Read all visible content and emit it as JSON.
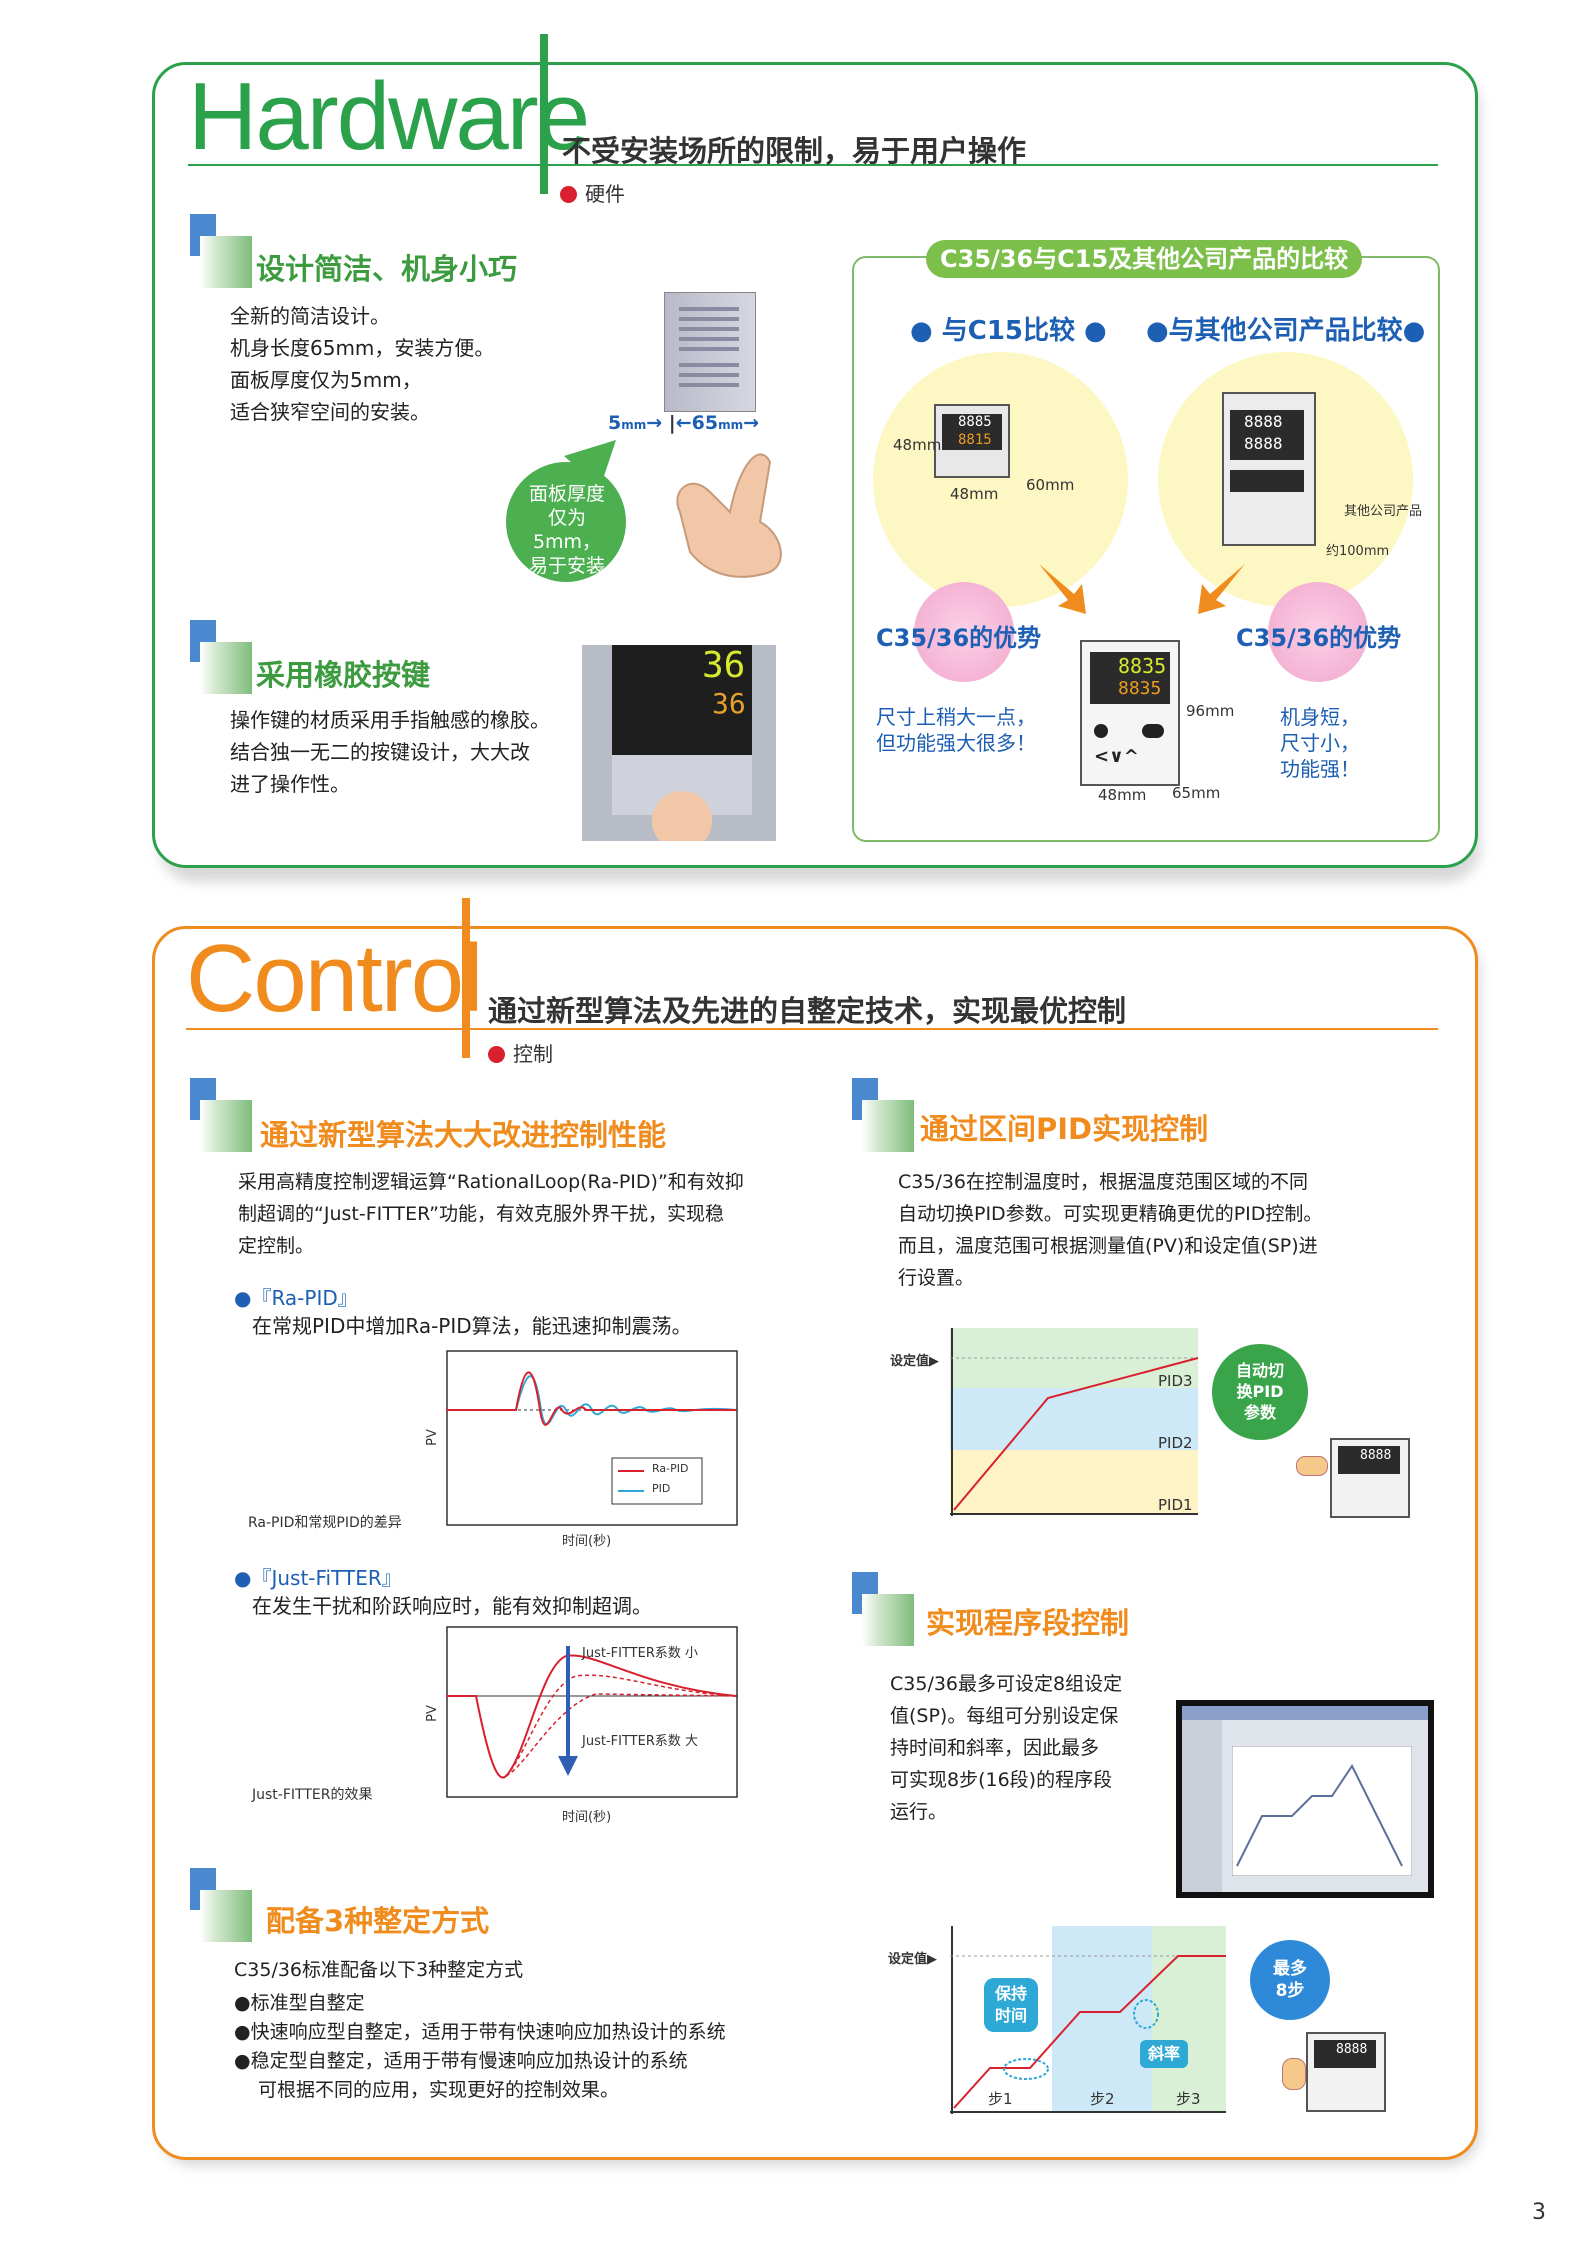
{
  "page_number": "3",
  "hardware": {
    "heading": "Hardware",
    "tagline": "不受安装场所的限制，易于用户操作",
    "subtitle": "硬件",
    "section1": {
      "title": "设计简洁、机身小巧",
      "lines": [
        "全新的简洁设计。",
        "机身长度65mm，安装方便。",
        "面板厚度仅为5mm，",
        "适合狭窄空间的安装。"
      ],
      "dim_a": "5",
      "dim_a_unit": "mm",
      "dim_b": "65",
      "dim_b_unit": "mm",
      "bubble_lines": [
        "面板厚度",
        "仅为5mm，",
        "易于安装"
      ]
    },
    "section2": {
      "title": "采用橡胶按键",
      "lines": [
        "操作键的材质采用手指触感的橡胶。",
        "结合独一无二的按键设计，大大改",
        "进了操作性。"
      ],
      "display_top": "36",
      "display_bottom": "36"
    },
    "comparison": {
      "title": "C35/36与C15及其他公司产品的比较",
      "left_heading": "● 与C15比较 ●",
      "right_heading": "●与其他公司产品比较●",
      "c15_dims": {
        "height": "48mm",
        "width": "48mm",
        "depth": "60mm"
      },
      "c15_display_top": "8885",
      "c15_display_bottom": "8815",
      "other_label": "其他公司产品",
      "other_depth": "约100mm",
      "other_display_top": "8888",
      "other_display_bottom": "8888",
      "adv_left": "C35/36的优势",
      "adv_right": "C35/36的优势",
      "adv_left_text": [
        "尺寸上稍大一点，",
        "但功能强大很多！"
      ],
      "adv_right_text": [
        "机身短，",
        "尺寸小，",
        "功能强！"
      ],
      "c35_dims": {
        "height": "96mm",
        "width": "48mm",
        "depth": "65mm"
      },
      "c35_display_top": "8835",
      "c35_display_bottom": "8835"
    }
  },
  "control": {
    "heading": "Control",
    "tagline": "通过新型算法及先进的自整定技术，实现最优控制",
    "subtitle": "控制",
    "algo": {
      "title": "通过新型算法大大改进控制性能",
      "lines": [
        "采用高精度控制逻辑运算“RationalLoop(Ra-PID)”和有效抑",
        "制超调的“Just-FITTER”功能，有效克服外界干扰，实现稳",
        "定控制。"
      ],
      "rapid_label": "●『Ra-PID』",
      "rapid_desc": "在常规PID中增加Ra-PID算法，能迅速抑制震荡。",
      "chart1_caption": "Ra-PID和常规PID的差异",
      "chart1_ylabel": "PV",
      "chart1_xlabel": "时间(秒)",
      "chart1_legend": [
        "Ra-PID",
        "PID"
      ],
      "jf_label": "●『Just-FiTTER』",
      "jf_desc": "在发生干扰和阶跃响应时，能有效抑制超调。",
      "chart2_caption": "Just-FITTER的效果",
      "chart2_ylabel": "PV",
      "chart2_xlabel": "时间(秒)",
      "chart2_small": "Just-FITTER系数  小",
      "chart2_large": "Just-FITTER系数  大"
    },
    "zone_pid": {
      "title": "通过区间PID实现控制",
      "lines": [
        "C35/36在控制温度时，根据温度范围区域的不同",
        "自动切换PID参数。可实现更精确更优的PID控制。",
        "而且，温度范围可根据测量值(PV)和设定值(SP)进",
        "行设置。"
      ],
      "sp_label": "设定值▶",
      "zones": [
        "PID3",
        "PID2",
        "PID1"
      ],
      "bubble": [
        "自动切",
        "换PID",
        "参数"
      ],
      "device_display": "8888"
    },
    "program": {
      "title": "实现程序段控制",
      "lines": [
        "C35/36最多可设定8组设定",
        "值(SP)。每组可分别设定保",
        "持时间和斜率，因此最多",
        "可实现8步(16段)的程序段",
        "运行。"
      ],
      "sp_label": "设定值▶",
      "hold_label": [
        "保持",
        "时间"
      ],
      "ramp_label": "斜率",
      "steps": [
        "步1",
        "步2",
        "步3"
      ],
      "bubble": [
        "最多",
        "8步"
      ],
      "device_display": "8888"
    },
    "tuning": {
      "title": "配备3种整定方式",
      "intro": "C35/36标准配备以下3种整定方式",
      "items": [
        "●标准型自整定",
        "●快速响应型自整定，适用于带有快速响应加热设计的系统",
        "●稳定型自整定，适用于带有慢速响应加热设计的系统"
      ],
      "outro": "可根据不同的应用，实现更好的控制效果。"
    }
  }
}
